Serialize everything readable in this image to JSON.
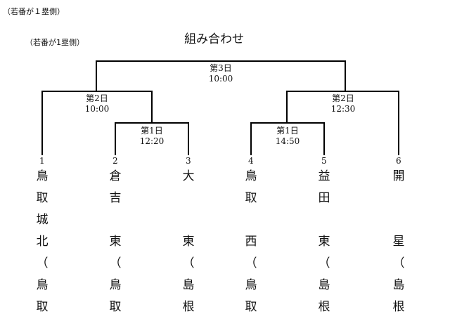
{
  "notes": {
    "top": "（若番が１塁側）",
    "inner": "（若番が1塁側）"
  },
  "title": "組み合わせ",
  "rounds": {
    "final": {
      "label": "第3日",
      "time": "10:00"
    },
    "left": {
      "label": "第2日",
      "time": "10:00"
    },
    "right": {
      "label": "第2日",
      "time": "12:30"
    },
    "first_a": {
      "label": "第1日",
      "time": "12:20"
    },
    "first_b": {
      "label": "第1日",
      "time": "14:50"
    }
  },
  "teams": [
    {
      "num": "1",
      "lines": [
        "鳥",
        "取",
        "城",
        "北",
        "（",
        "鳥",
        "取"
      ]
    },
    {
      "num": "2",
      "lines": [
        "倉",
        "吉",
        "",
        "東",
        "（",
        "鳥",
        "取"
      ]
    },
    {
      "num": "3",
      "lines": [
        "大",
        "",
        "",
        "東",
        "（",
        "島",
        "根"
      ]
    },
    {
      "num": "4",
      "lines": [
        "鳥",
        "取",
        "",
        "西",
        "（",
        "鳥",
        "取"
      ]
    },
    {
      "num": "5",
      "lines": [
        "益",
        "田",
        "",
        "東",
        "（",
        "島",
        "根"
      ]
    },
    {
      "num": "6",
      "lines": [
        "開",
        "",
        "",
        "星",
        "（",
        "島",
        "根"
      ]
    }
  ]
}
